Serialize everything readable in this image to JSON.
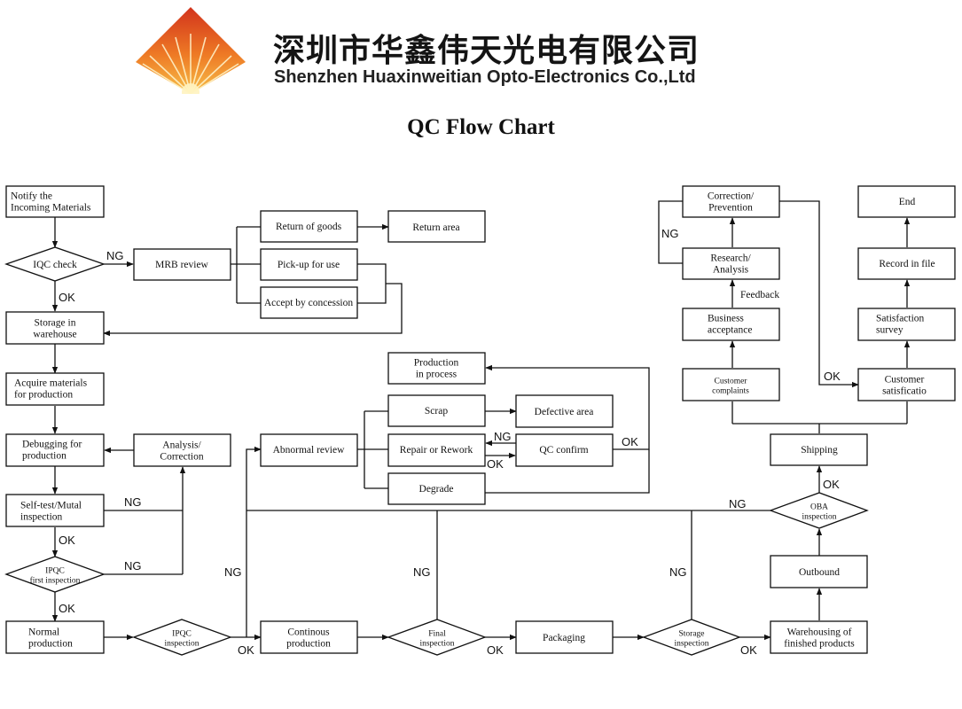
{
  "header": {
    "company_cn": "深圳市华鑫伟天光电有限公司",
    "company_en": "Shenzhen Huaxinweitian Opto-Electronics Co.,Ltd"
  },
  "title": "QC Flow Chart",
  "nodes": {
    "notify": [
      "Notify the",
      "Incoming Materials"
    ],
    "iqc": [
      "IQC check"
    ],
    "mrb": [
      "MRB review"
    ],
    "return_goods": [
      "Return of goods"
    ],
    "return_area": [
      "Return area"
    ],
    "pickup": [
      "Pick-up for use"
    ],
    "concession": [
      "Accept by concession"
    ],
    "storage": [
      "Storage in",
      "warehouse"
    ],
    "acquire": [
      "Acquire materials",
      "for production"
    ],
    "debugging": [
      "Debugging for",
      "production"
    ],
    "analysis_corr": [
      "Analysis/",
      "Correction"
    ],
    "selftest": [
      "Self-test/Mutal",
      "inspection"
    ],
    "ipqc_first": [
      "IPQC",
      "first inspection"
    ],
    "normal_prod": [
      "Normal",
      "production"
    ],
    "ipqc_insp": [
      "IPQC",
      "inspection"
    ],
    "abnormal": [
      "Abnormal review"
    ],
    "prod_process": [
      "Production",
      "in process"
    ],
    "scrap": [
      "Scrap"
    ],
    "defective": [
      "Defective area"
    ],
    "repair": [
      "Repair or Rework"
    ],
    "qc_confirm": [
      "QC confirm"
    ],
    "degrade": [
      "Degrade"
    ],
    "continuous": [
      "Continous",
      "production"
    ],
    "final_insp": [
      "Final",
      "inspection"
    ],
    "packaging": [
      "Packaging"
    ],
    "storage_insp": [
      "Storage",
      "inspection"
    ],
    "warehousing": [
      "Warehousing of",
      "finished products"
    ],
    "outbound": [
      "Outbound"
    ],
    "oba": [
      "OBA",
      "inspection"
    ],
    "shipping": [
      "Shipping"
    ],
    "cust_complaints": [
      "Customer",
      "complaints"
    ],
    "business": [
      "Business",
      "acceptance"
    ],
    "research": [
      "Research/",
      "Analysis"
    ],
    "correction_prev": [
      "Correction/",
      "Prevention"
    ],
    "cust_satisfaction": [
      "Customer",
      "satisficatio"
    ],
    "sat_survey": [
      "Satisfaction",
      "survey"
    ],
    "record": [
      "Record in file"
    ],
    "end": [
      "End"
    ]
  },
  "labels": {
    "ng": "NG",
    "ok": "OK",
    "feedback": "Feedback"
  },
  "colors": {
    "line": "#111111",
    "logo_dark": "#d2331c",
    "logo_light": "#f6b23a"
  }
}
